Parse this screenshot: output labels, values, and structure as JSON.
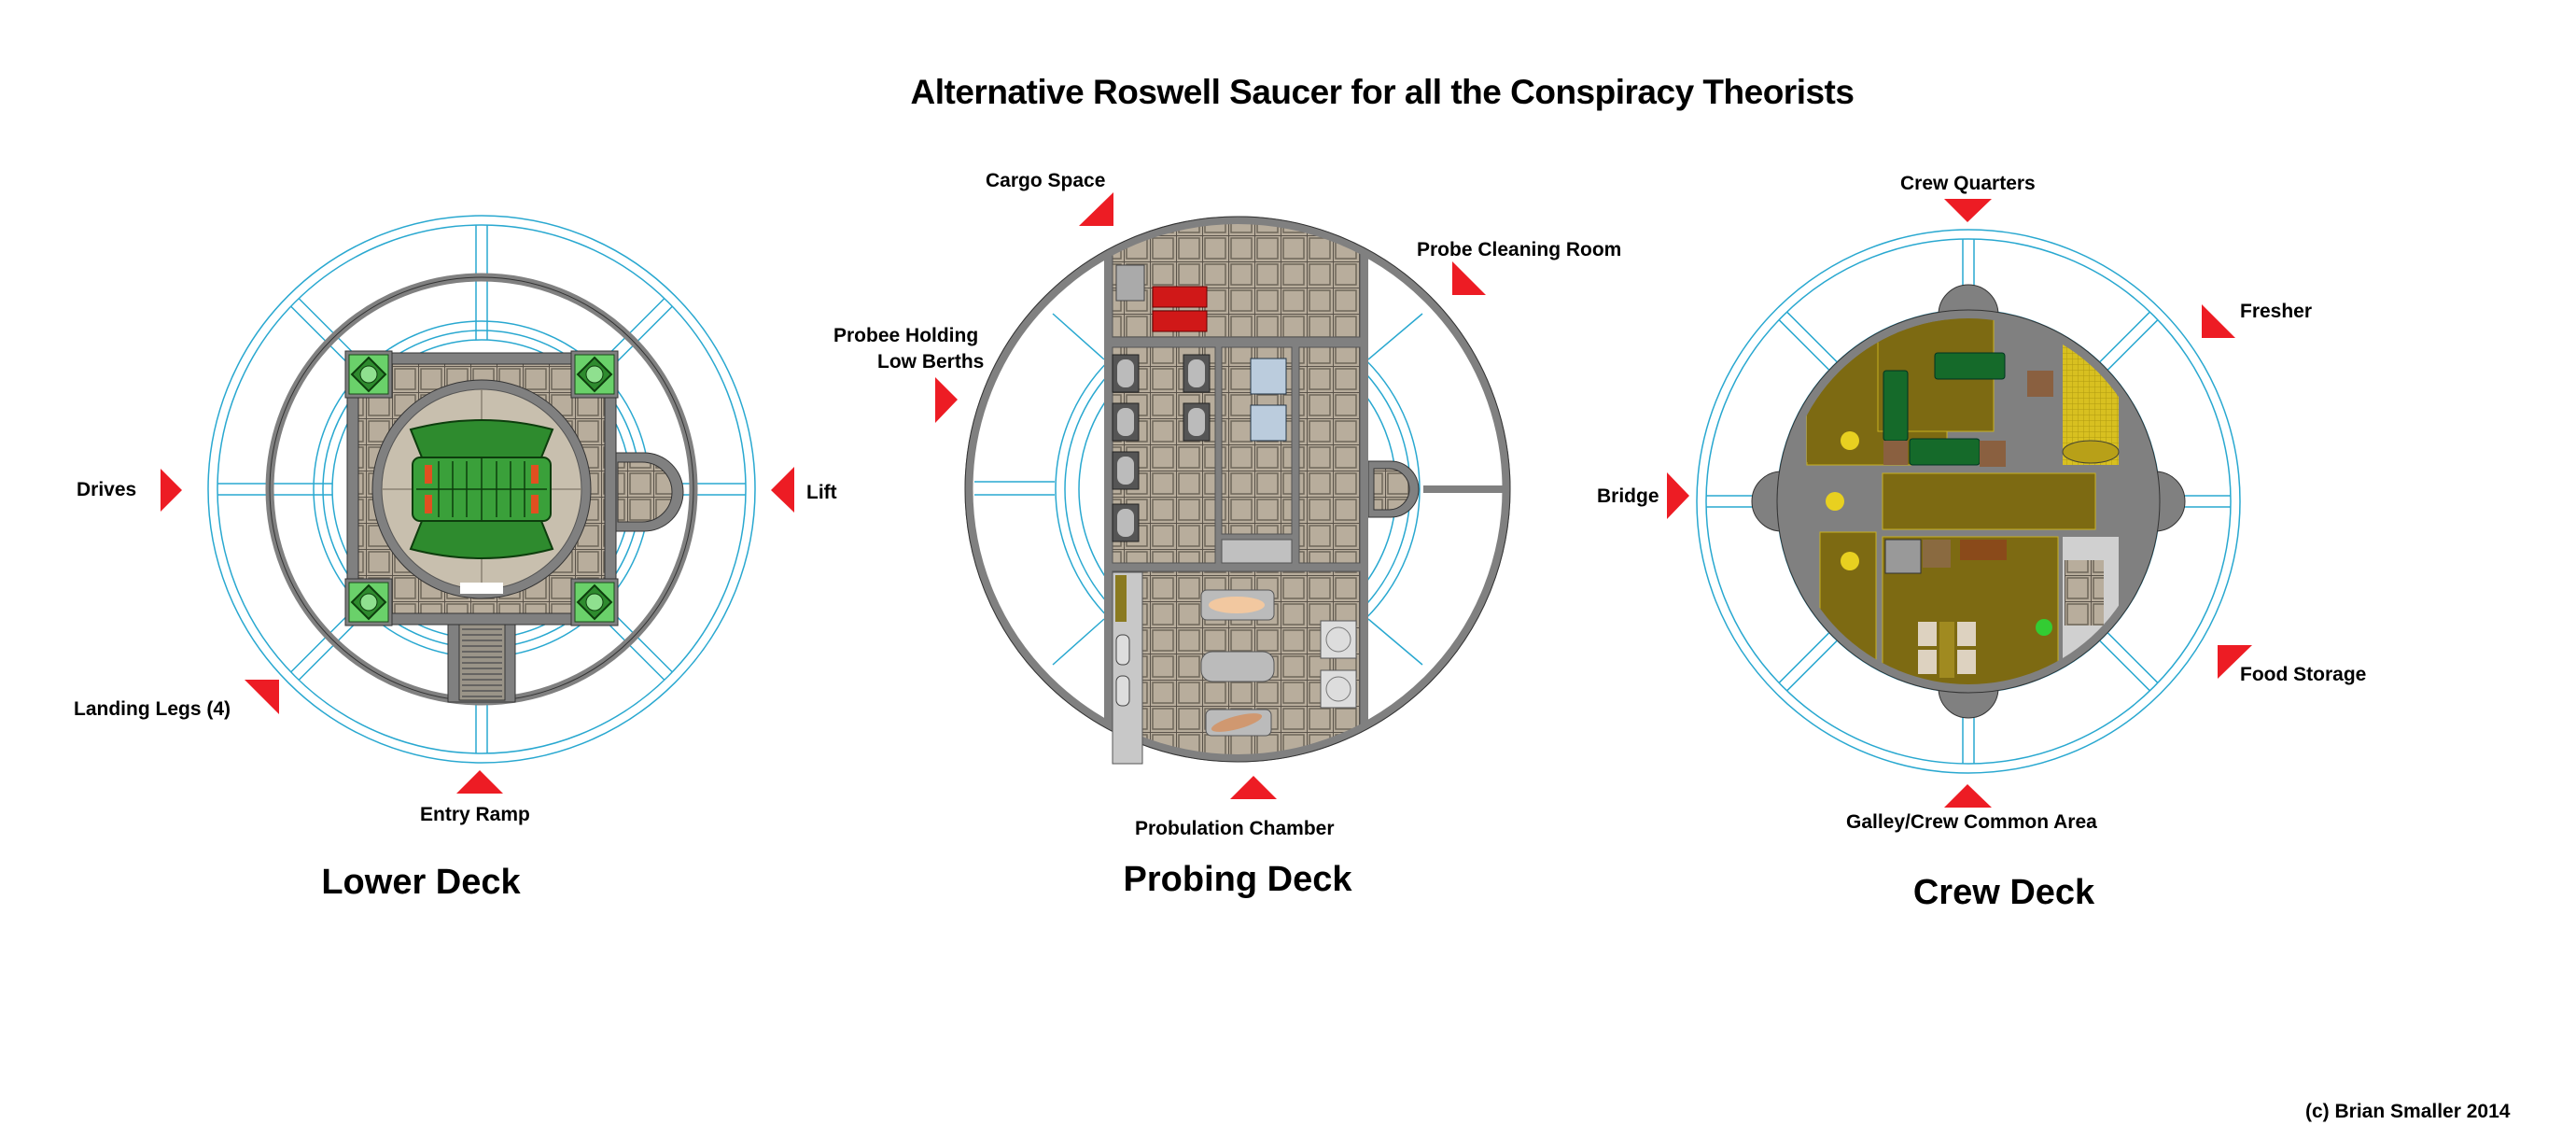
{
  "title": "Alternative Roswell Saucer for all the Conspiracy Theorists",
  "copyright": "(c) Brian Smaller 2014",
  "colors": {
    "arrow": "#ed1c24",
    "outline_blue": "#29a8d0",
    "hull_gray": "#808080",
    "floor_tan": "#b8ad9c",
    "crew_olive": "#7d6a12",
    "engine_green": "#2e8b2e"
  },
  "decks": [
    {
      "name": "Lower Deck",
      "labels": [
        "Drives",
        "Lift",
        "Landing Legs (4)",
        "Entry Ramp"
      ]
    },
    {
      "name": "Probing Deck",
      "labels": [
        "Cargo Space",
        "Probe Cleaning Room",
        "Probee Holding",
        "Low Berths",
        "Probulation Chamber"
      ]
    },
    {
      "name": "Crew Deck",
      "labels": [
        "Crew Quarters",
        "Fresher",
        "Bridge",
        "Food Storage",
        "Galley/Crew Common Area"
      ]
    }
  ]
}
